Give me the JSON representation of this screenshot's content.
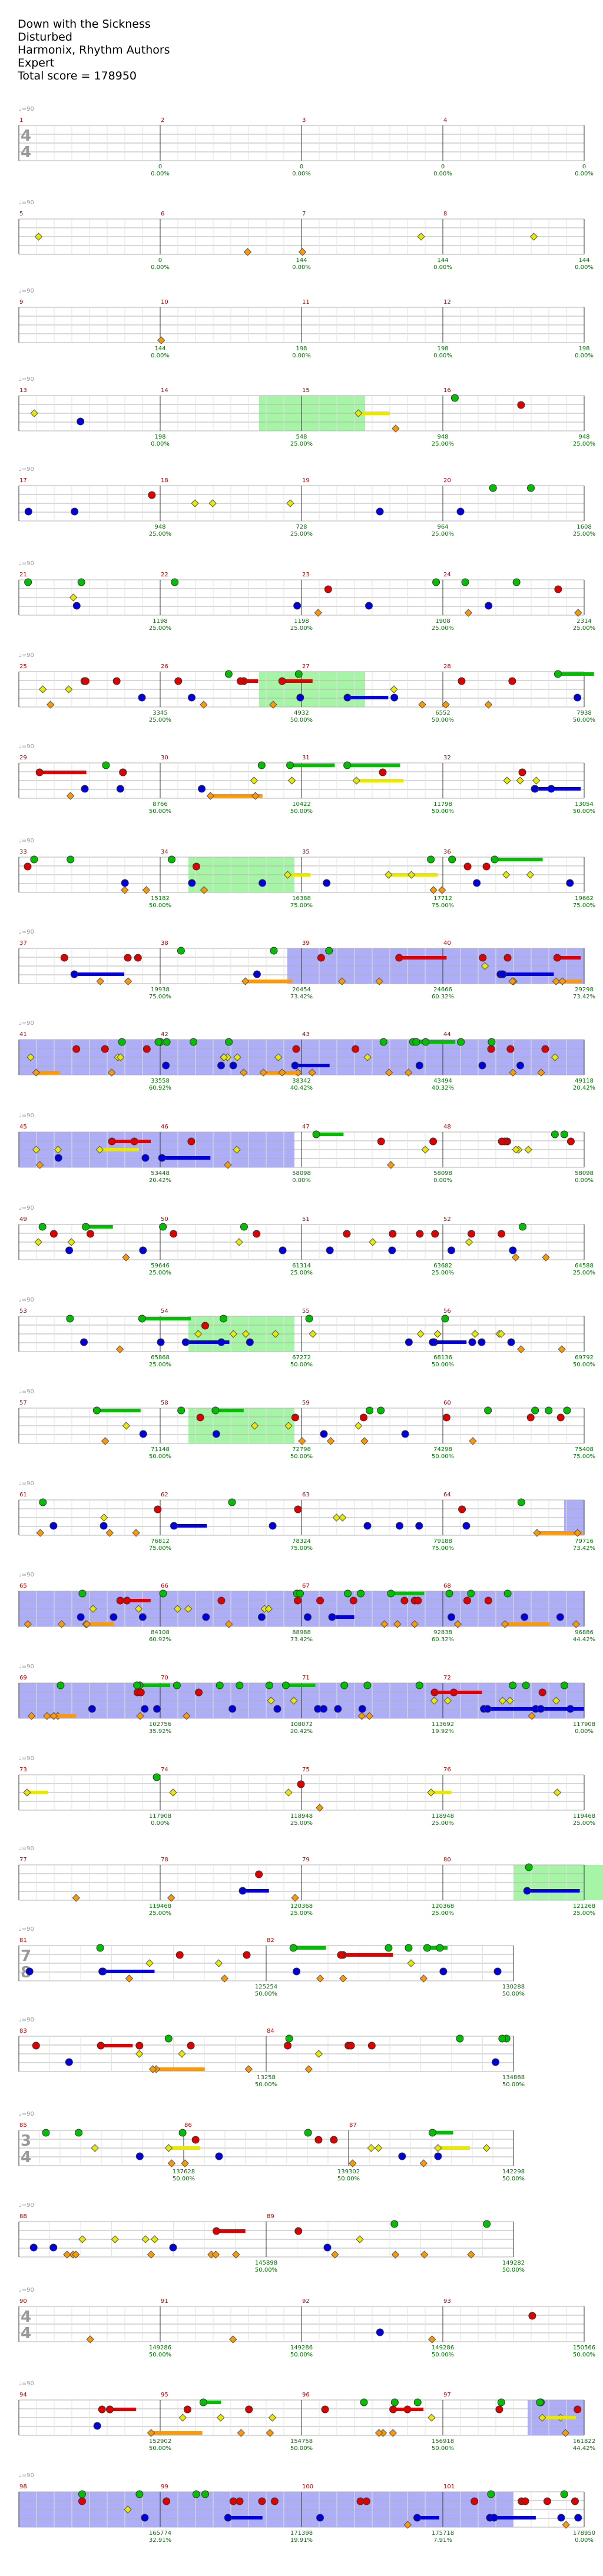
{
  "song": {
    "title": "Down with the Sickness",
    "artist": "Disturbed",
    "charter": "Harmonix, Rhythm Authors",
    "difficulty": "Expert",
    "total_score": "Total score = 178950"
  },
  "chart_data": {
    "type": "guitar-tab",
    "tempo_marker": "♩=90",
    "note_colors": {
      "green": "#00c000",
      "red": "#e00000",
      "yellow": "#e8e800",
      "blue": "#0000e0",
      "orange": "#ff9900"
    },
    "systems": [
      {
        "measures": [
          1,
          2,
          3,
          4
        ],
        "time_sig": "4/4",
        "notes": 0,
        "score": [
          "0",
          "0",
          "0",
          "0"
        ],
        "pct": [
          "0.00%",
          "0.00%",
          "0.00%",
          "0.00%"
        ]
      },
      {
        "measures": [
          5,
          6,
          7,
          8
        ],
        "notes": 5,
        "score": [
          "0",
          "144",
          "144",
          "144"
        ],
        "pct": [
          "0.00%",
          "0.00%",
          "0.00%",
          "0.00%"
        ]
      },
      {
        "measures": [
          9,
          10,
          11,
          12
        ],
        "notes": 1,
        "score": [
          "144",
          "198",
          "198",
          "198"
        ],
        "pct": [
          "0.00%",
          "0.00%",
          "0.00%",
          "0.00%"
        ]
      },
      {
        "measures": [
          13,
          14,
          15,
          16
        ],
        "notes": 6,
        "score": [
          "198",
          "548",
          "948",
          "948"
        ],
        "pct": [
          "0.00%",
          "25.00%",
          "25.00%",
          "25.00%"
        ]
      },
      {
        "measures": [
          17,
          18,
          19,
          20
        ],
        "notes": 10,
        "score": [
          "948",
          "728",
          "964",
          "1608"
        ],
        "pct": [
          "25.00%",
          "25.00%",
          "25.00%",
          "25.00%"
        ]
      },
      {
        "measures": [
          21,
          22,
          23,
          24
        ],
        "notes": 16,
        "score": [
          "1198",
          "1198",
          "1908",
          "2314"
        ],
        "pct": [
          "25.00%",
          "25.00%",
          "25.00%",
          "25.00%"
        ]
      },
      {
        "measures": [
          25,
          26,
          27,
          28
        ],
        "notes": 27,
        "score": [
          "3345",
          "4932",
          "6552",
          "7938"
        ],
        "pct": [
          "25.00%",
          "50.00%",
          "50.00%",
          "50.00%"
        ]
      },
      {
        "measures": [
          29,
          30,
          31,
          32
        ],
        "notes": 24,
        "score": [
          "8766",
          "10422",
          "11798",
          "13054"
        ],
        "pct": [
          "50.00%",
          "50.00%",
          "50.00%",
          "50.00%"
        ]
      },
      {
        "measures": [
          33,
          34,
          35,
          36
        ],
        "notes": 26,
        "score": [
          "15182",
          "16388",
          "17712",
          "19662"
        ],
        "pct": [
          "50.00%",
          "75.00%",
          "75.00%",
          "75.00%"
        ]
      },
      {
        "measures": [
          37,
          38,
          39,
          40
        ],
        "notes": 26,
        "score": [
          "19938",
          "20454",
          "24666",
          "29298"
        ],
        "pct": [
          "75.00%",
          "73.42%",
          "60.32%",
          "73.42%"
        ]
      },
      {
        "measures": [
          41,
          42,
          43,
          44
        ],
        "notes": 48,
        "score": [
          "33558",
          "38342",
          "43494",
          "49118"
        ],
        "pct": [
          "60.92%",
          "40.42%",
          "40.32%",
          "20.42%"
        ]
      },
      {
        "measures": [
          45,
          46,
          47,
          48
        ],
        "notes": 26,
        "score": [
          "53448",
          "58098",
          "58098",
          "58098"
        ],
        "pct": [
          "20.42%",
          "0.00%",
          "0.00%",
          "0.00%"
        ]
      },
      {
        "measures": [
          49,
          50,
          51,
          52
        ],
        "notes": 30,
        "score": [
          "59646",
          "61314",
          "63682",
          "64588"
        ],
        "pct": [
          "25.00%",
          "25.00%",
          "25.00%",
          "25.00%"
        ]
      },
      {
        "measures": [
          53,
          54,
          55,
          56
        ],
        "notes": 30,
        "score": [
          "65868",
          "67272",
          "68136",
          "69792"
        ],
        "pct": [
          "25.00%",
          "50.00%",
          "50.00%",
          "50.00%"
        ]
      },
      {
        "measures": [
          57,
          58,
          59,
          60
        ],
        "notes": 28,
        "score": [
          "71148",
          "72798",
          "74298",
          "75408"
        ],
        "pct": [
          "50.00%",
          "50.00%",
          "50.00%",
          "75.00%"
        ]
      },
      {
        "measures": [
          61,
          62,
          63,
          64
        ],
        "notes": 22,
        "score": [
          "76812",
          "78324",
          "79188",
          "79716"
        ],
        "pct": [
          "75.00%",
          "75.00%",
          "75.00%",
          "73.42%"
        ]
      },
      {
        "measures": [
          65,
          66,
          67,
          68
        ],
        "notes": 48,
        "score": [
          "84108",
          "88988",
          "92838",
          "96886"
        ],
        "pct": [
          "60.92%",
          "73.42%",
          "60.32%",
          "44.42%"
        ]
      },
      {
        "measures": [
          69,
          70,
          71,
          72
        ],
        "notes": 50,
        "score": [
          "102756",
          "108072",
          "113692",
          "117908"
        ],
        "pct": [
          "35.92%",
          "20.42%",
          "19.92%",
          "0.00%"
        ]
      },
      {
        "measures": [
          73,
          74,
          75,
          76
        ],
        "notes": 8,
        "score": [
          "117908",
          "118948",
          "118948",
          "119468"
        ],
        "pct": [
          "0.00%",
          "25.00%",
          "25.00%",
          "25.00%"
        ]
      },
      {
        "measures": [
          77,
          78,
          79,
          80
        ],
        "notes": 7,
        "score": [
          "119468",
          "120368",
          "120368",
          "121268"
        ],
        "pct": [
          "25.00%",
          "25.00%",
          "25.00%",
          "25.00%"
        ]
      },
      {
        "measures": [
          81,
          82
        ],
        "time_sig": "7/8",
        "notes": 24,
        "score": [
          "125254",
          "130288"
        ],
        "pct": [
          "50.00%",
          "50.00%"
        ]
      },
      {
        "measures": [
          83,
          84
        ],
        "notes": 22,
        "score": [
          "13258",
          "134888"
        ],
        "pct": [
          "50.00%",
          "50.00%"
        ]
      },
      {
        "measures": [
          85,
          86,
          87
        ],
        "time_sig": "3/4",
        "notes": 22,
        "score": [
          "137628",
          "139302",
          "142298"
        ],
        "pct": [
          "50.00%",
          "50.00%",
          "50.00%"
        ]
      },
      {
        "measures": [
          88,
          89
        ],
        "notes": 24,
        "score": [
          "145898",
          "149282"
        ],
        "pct": [
          "50.00%",
          "50.00%"
        ]
      },
      {
        "measures": [
          90,
          91,
          92,
          93
        ],
        "time_sig": "4/4",
        "notes": 5,
        "score": [
          "149286",
          "149286",
          "149286",
          "150566"
        ],
        "pct": [
          "50.00%",
          "50.00%",
          "50.00%",
          "50.00%"
        ]
      },
      {
        "measures": [
          94,
          95,
          96,
          97
        ],
        "notes": 30,
        "score": [
          "152902",
          "154758",
          "156918",
          "161822"
        ],
        "pct": [
          "50.00%",
          "50.00%",
          "50.00%",
          "44.42%"
        ]
      },
      {
        "measures": [
          98,
          99,
          100,
          101
        ],
        "notes": 30,
        "score": [
          "165774",
          "171398",
          "175718",
          "178950"
        ],
        "pct": [
          "32.91%",
          "19.91%",
          "7.91%",
          "0.00%"
        ]
      }
    ]
  }
}
